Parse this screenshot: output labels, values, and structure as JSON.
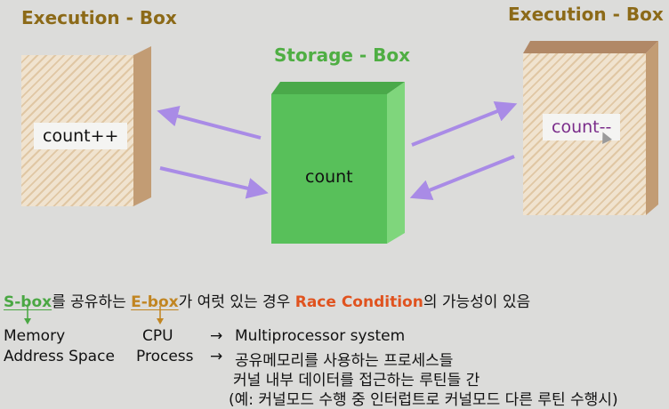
{
  "titles": {
    "left_box": "Execution - Box",
    "storage_box": "Storage - Box",
    "right_box": "Execution - Box"
  },
  "boxes": {
    "left_label": "count++",
    "storage_label": "count",
    "right_label": "count--"
  },
  "statement": {
    "sbox": "S-box",
    "part1": "를 공유하는 ",
    "ebox": "E-box",
    "part2": "가 여럿 있는 경우 ",
    "race": "Race Condition",
    "part3": "의 가능성이 있음"
  },
  "mapping": {
    "col1": [
      "Memory",
      "Address Space"
    ],
    "col2": [
      "CPU",
      "Process"
    ],
    "arrow": "→",
    "results": [
      "Multiprocessor system",
      "공유메모리를 사용하는 프로세스들",
      "커널 내부 데이터를 접근하는 루틴들 간",
      "(예: 커널모드 수행 중 인터럽트로 커널모드 다른 루틴 수행시)"
    ]
  },
  "colors": {
    "execution_title": "#8c6a18",
    "storage_title": "#4fae43",
    "race_condition": "#e0531f",
    "arrow": "#a98be6"
  }
}
